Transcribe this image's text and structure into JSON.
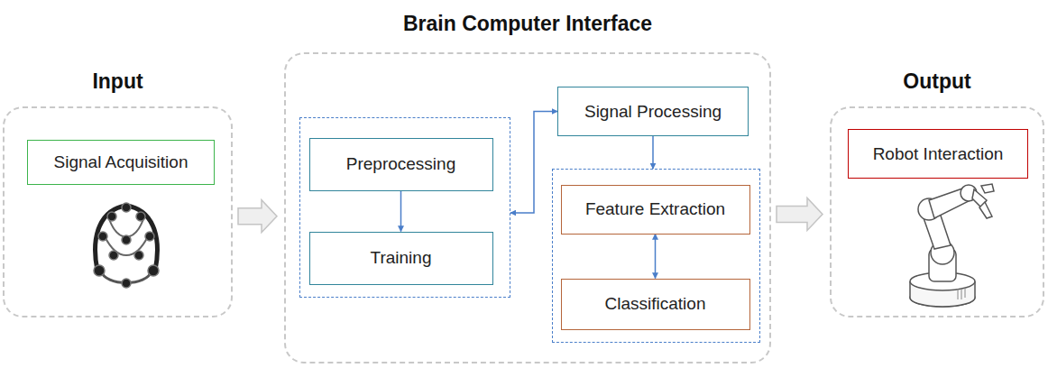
{
  "diagram": {
    "nodes": [
      {
        "text": [
          "Input"
        ]
      },
      {
        "text": [
          "Signal Acquisition"
        ],
        "in": 0
      },
      {
        "text": [
          "Brain Computer Interface"
        ]
      },
      {
        "text": [],
        "in": 2
      },
      {
        "text": [
          "Preprocessing"
        ],
        "in": 3
      },
      {
        "text": [
          "Training"
        ],
        "in": 3
      },
      {
        "text": [
          "Signal Processing"
        ],
        "in": 2
      },
      {
        "text": [],
        "in": 2
      },
      {
        "text": [
          "Feature Extraction"
        ],
        "in": 7
      },
      {
        "text": [
          "Classification"
        ],
        "in": 7
      },
      {
        "text": [
          "Output"
        ]
      },
      {
        "text": [
          "Robot Interaction"
        ],
        "in": 10
      }
    ],
    "edges": [
      {
        "from": 0,
        "to": 2,
        "arrow": "to"
      },
      {
        "from": 2,
        "to": 10,
        "arrow": "to"
      },
      {
        "from": 4,
        "to": 5,
        "arrow": "to"
      },
      {
        "from": 3,
        "to": 6,
        "arrow": "both"
      },
      {
        "from": 6,
        "to": 7,
        "arrow": "to"
      },
      {
        "from": 8,
        "to": 9,
        "arrow": "both"
      }
    ]
  }
}
